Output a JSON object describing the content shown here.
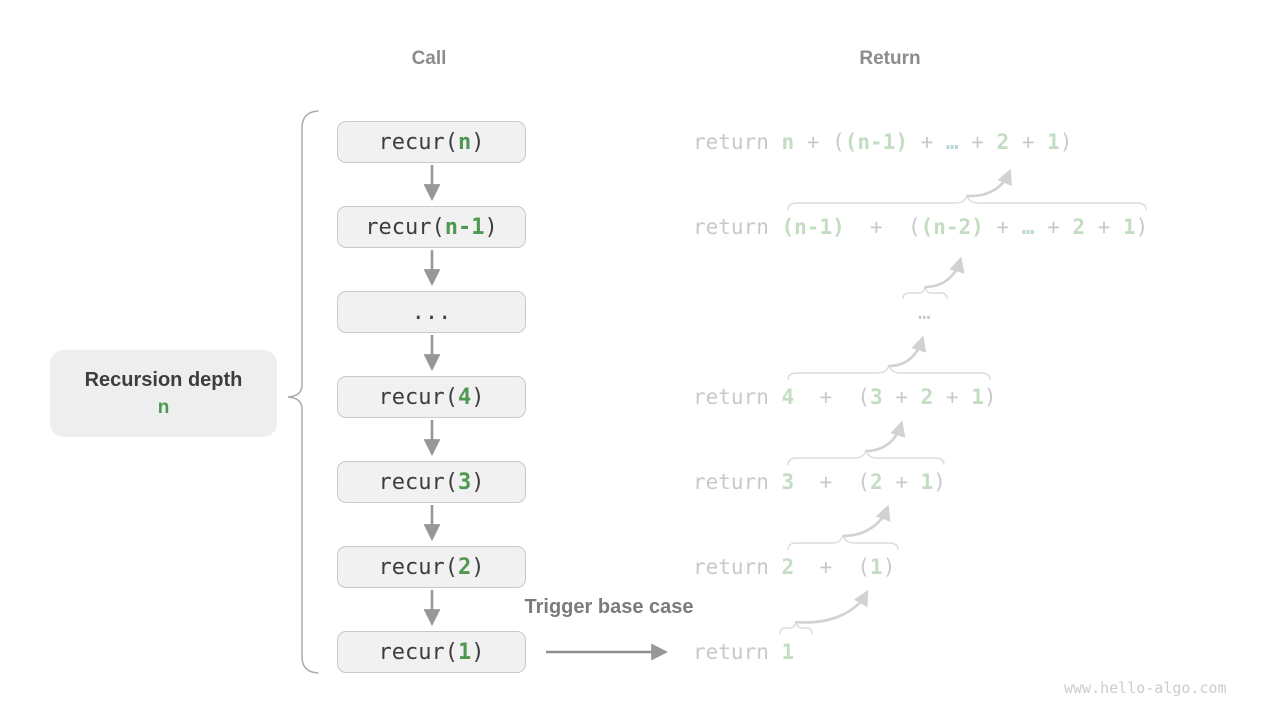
{
  "headers": {
    "call": "Call",
    "ret": "Return"
  },
  "depth_label": {
    "line1": "Recursion depth",
    "line2": "n"
  },
  "trigger_label": "Trigger base case",
  "watermark": "www.hello-algo.com",
  "palette": {
    "call_green": "#4e9851",
    "pale_green": "#c3ddc3",
    "pale_teal": "#bad6d8",
    "light_gray_text": "#c9c9c9",
    "dark_code": "#3d3d3d",
    "header_gray": "#8c8c8c",
    "box_bg": "#f1f1f1",
    "box_border": "#c9c9c9",
    "label_bg": "#eeeeee",
    "flow_arrow_gray": "#979797",
    "substitution_arrow_gray": "#d2d2d2",
    "brace_gray": "#ababab"
  },
  "call_boxes": [
    {
      "tokens": [
        {
          "t": "recur(",
          "c": "dark"
        },
        {
          "t": "n",
          "c": "green"
        },
        {
          "t": ")",
          "c": "dark"
        }
      ]
    },
    {
      "tokens": [
        {
          "t": "recur(",
          "c": "dark"
        },
        {
          "t": "n-1",
          "c": "green"
        },
        {
          "t": ")",
          "c": "dark"
        }
      ]
    },
    {
      "tokens": [
        {
          "t": "...",
          "c": "dark"
        }
      ]
    },
    {
      "tokens": [
        {
          "t": "recur(",
          "c": "dark"
        },
        {
          "t": "4",
          "c": "green"
        },
        {
          "t": ")",
          "c": "dark"
        }
      ]
    },
    {
      "tokens": [
        {
          "t": "recur(",
          "c": "dark"
        },
        {
          "t": "3",
          "c": "green"
        },
        {
          "t": ")",
          "c": "dark"
        }
      ]
    },
    {
      "tokens": [
        {
          "t": "recur(",
          "c": "dark"
        },
        {
          "t": "2",
          "c": "green"
        },
        {
          "t": ")",
          "c": "dark"
        }
      ]
    },
    {
      "tokens": [
        {
          "t": "recur(",
          "c": "dark"
        },
        {
          "t": "1",
          "c": "green"
        },
        {
          "t": ")",
          "c": "dark"
        }
      ]
    }
  ],
  "return_rows": [
    {
      "tokens": [
        {
          "t": "return ",
          "c": "gray"
        },
        {
          "t": "n",
          "c": "pgreen"
        },
        {
          "t": " + ",
          "c": "gray"
        },
        {
          "t": "(",
          "c": "gray"
        },
        {
          "t": "(n-1)",
          "c": "pgreen"
        },
        {
          "t": " + ",
          "c": "gray"
        },
        {
          "t": "…",
          "c": "teal"
        },
        {
          "t": " + ",
          "c": "gray"
        },
        {
          "t": "2",
          "c": "pgreen"
        },
        {
          "t": " + ",
          "c": "gray"
        },
        {
          "t": "1",
          "c": "pgreen"
        },
        {
          "t": ")",
          "c": "gray"
        }
      ]
    },
    {
      "tokens": [
        {
          "t": "return ",
          "c": "gray"
        },
        {
          "t": "(n-1)",
          "c": "pgreen"
        },
        {
          "t": "  +  ",
          "c": "gray"
        },
        {
          "t": "(",
          "c": "gray"
        },
        {
          "t": "(n-2)",
          "c": "pgreen"
        },
        {
          "t": " + ",
          "c": "gray"
        },
        {
          "t": "…",
          "c": "teal"
        },
        {
          "t": " + ",
          "c": "gray"
        },
        {
          "t": "2",
          "c": "pgreen"
        },
        {
          "t": " + ",
          "c": "gray"
        },
        {
          "t": "1",
          "c": "pgreen"
        },
        {
          "t": ")",
          "c": "gray"
        }
      ]
    },
    {
      "tokens": [
        {
          "t": "…",
          "c": "gray"
        }
      ]
    },
    {
      "tokens": [
        {
          "t": "return ",
          "c": "gray"
        },
        {
          "t": "4",
          "c": "pgreen"
        },
        {
          "t": "  +  ",
          "c": "gray"
        },
        {
          "t": "(",
          "c": "gray"
        },
        {
          "t": "3",
          "c": "pgreen"
        },
        {
          "t": " + ",
          "c": "gray"
        },
        {
          "t": "2",
          "c": "pgreen"
        },
        {
          "t": " + ",
          "c": "gray"
        },
        {
          "t": "1",
          "c": "pgreen"
        },
        {
          "t": ")",
          "c": "gray"
        }
      ]
    },
    {
      "tokens": [
        {
          "t": "return ",
          "c": "gray"
        },
        {
          "t": "3",
          "c": "pgreen"
        },
        {
          "t": "  +  ",
          "c": "gray"
        },
        {
          "t": "(",
          "c": "gray"
        },
        {
          "t": "2",
          "c": "pgreen"
        },
        {
          "t": " + ",
          "c": "gray"
        },
        {
          "t": "1",
          "c": "pgreen"
        },
        {
          "t": ")",
          "c": "gray"
        }
      ]
    },
    {
      "tokens": [
        {
          "t": "return ",
          "c": "gray"
        },
        {
          "t": "2",
          "c": "pgreen"
        },
        {
          "t": "  +  ",
          "c": "gray"
        },
        {
          "t": "(",
          "c": "gray"
        },
        {
          "t": "1",
          "c": "pgreen"
        },
        {
          "t": ")",
          "c": "gray"
        }
      ]
    },
    {
      "tokens": [
        {
          "t": "return ",
          "c": "gray"
        },
        {
          "t": "1",
          "c": "pgreen"
        }
      ]
    }
  ]
}
